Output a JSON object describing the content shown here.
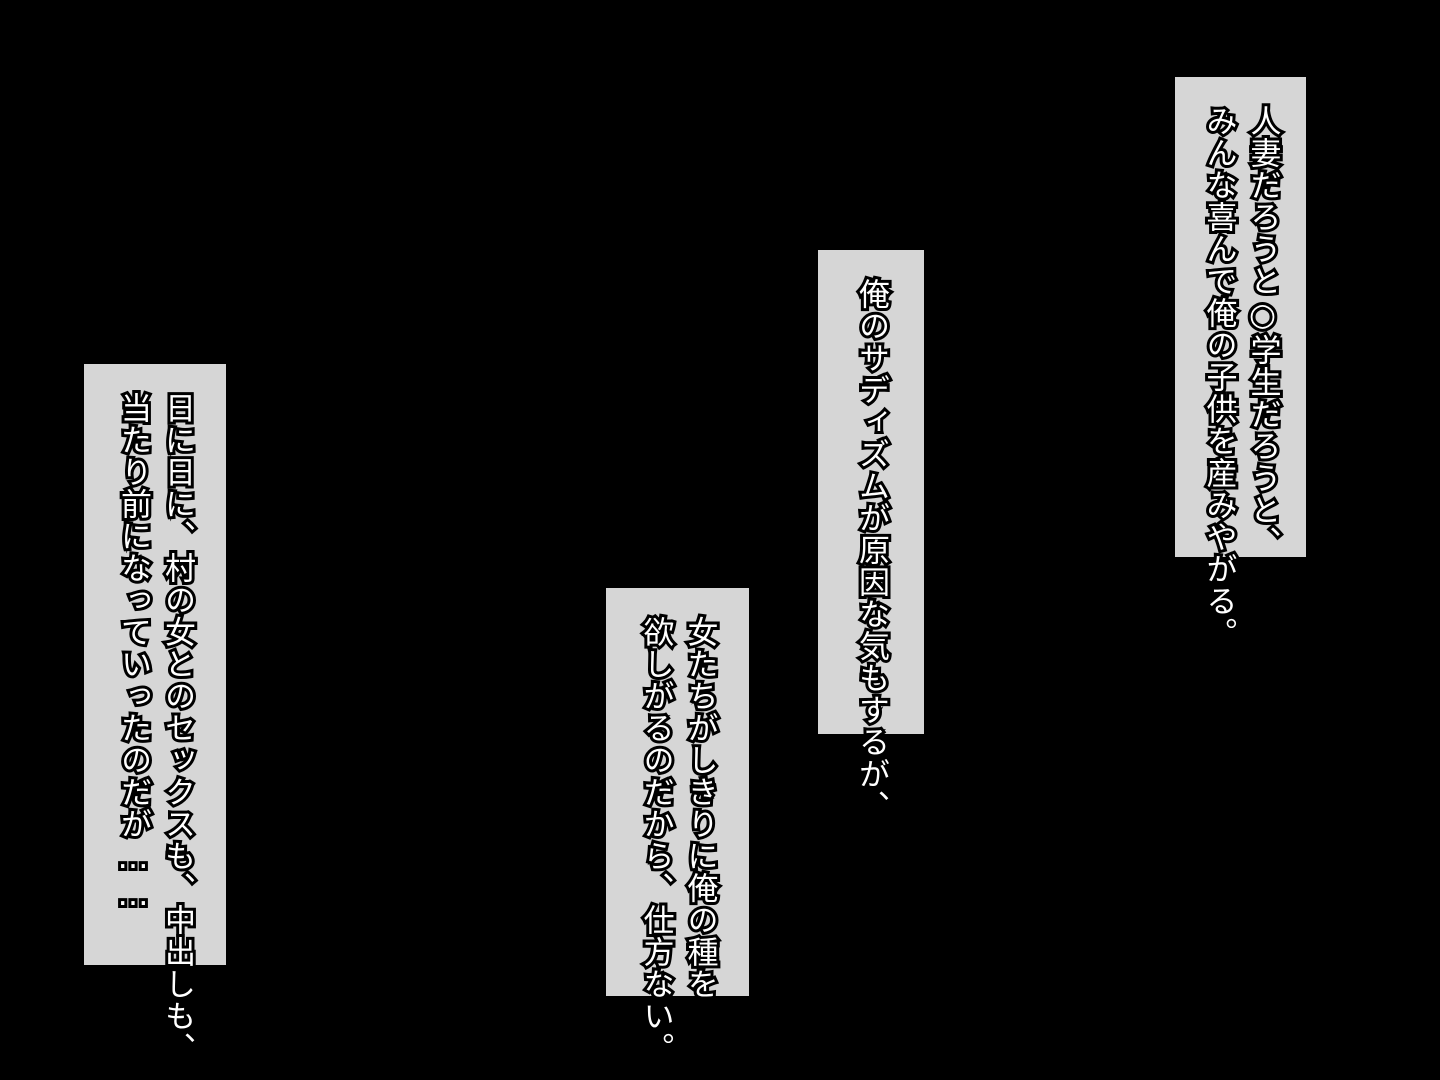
{
  "colors": {
    "background": "#000000",
    "panel": "#d6d6d6",
    "text_fill": "#ffffff",
    "text_outline": "#000000"
  },
  "panels": [
    {
      "lines": [
        "人妻だろうと○学生だろうと、",
        "みんな喜んで俺の子供を産みやがる。"
      ]
    },
    {
      "lines": [
        "俺のサディズムが原因な気もするが、"
      ]
    },
    {
      "lines": [
        "女たちがしきりに俺の種を",
        "欲しがるのだから、仕方ない。"
      ]
    },
    {
      "lines": [
        "日に日に、村の女とのセックスも、中出しも、",
        "当たり前になっていったのだが……"
      ]
    }
  ]
}
